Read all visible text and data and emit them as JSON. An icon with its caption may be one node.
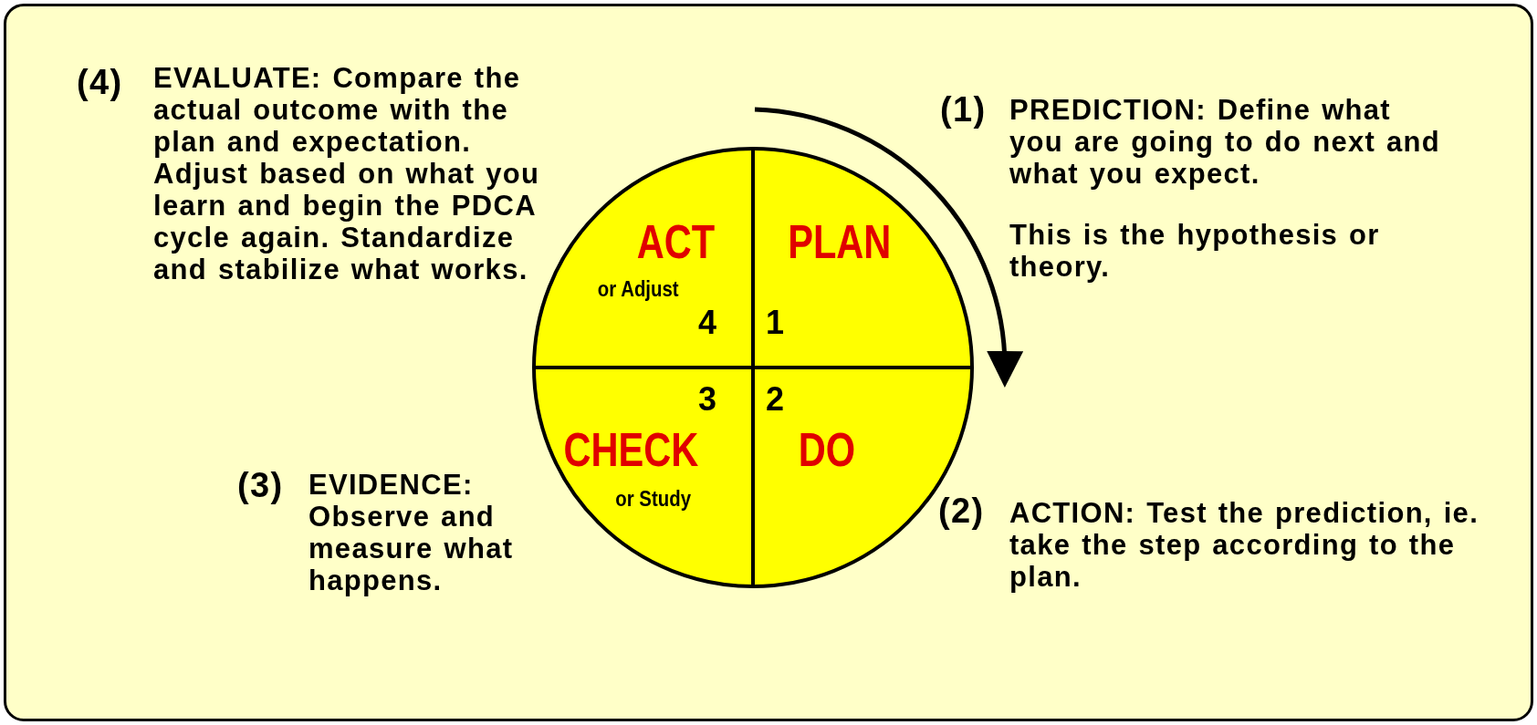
{
  "diagram": {
    "nodes": [
      {
        "text": [],
        "shape": "circle"
      },
      {
        "text": [
          "ACT",
          "or Adjust",
          "4"
        ],
        "in": 0
      },
      {
        "text": [
          "PLAN",
          "1"
        ],
        "in": 0
      },
      {
        "text": [
          "3",
          "CHECK",
          "or Study"
        ],
        "in": 0
      },
      {
        "text": [
          "2",
          "DO"
        ],
        "in": 0
      }
    ],
    "labels": [
      "(4)",
      "EVALUATE:  Compare the actual outcome with the plan and expectation. Adjust based on what you learn and begin the PDCA cycle again. Standardize and stabilize what works.",
      "(1)",
      "PREDICTION:  Define what you are going to do next and what you expect.",
      "This is the hypothesis or theory.",
      "(3)",
      "EVIDENCE: Observe and measure what happens.",
      "(2)",
      "ACTION:  Test the prediction, ie. take the step according to the plan."
    ]
  }
}
